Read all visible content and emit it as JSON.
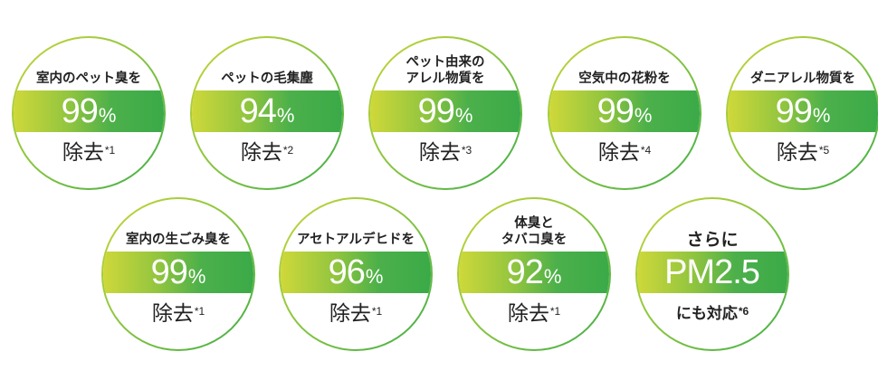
{
  "colors": {
    "ring_start": "#c8d63a",
    "ring_end": "#3fae49",
    "band_start": "#cfd83a",
    "band_end": "#3aaa48",
    "text": "#222222"
  },
  "badges": [
    {
      "top": "室内のペット臭を",
      "value": "99",
      "unit": "%",
      "bottom": "除去",
      "note": "*1"
    },
    {
      "top": "ペットの毛集塵",
      "value": "94",
      "unit": "%",
      "bottom": "除去",
      "note": "*2"
    },
    {
      "top": "ペット由来の\nアレル物質を",
      "value": "99",
      "unit": "%",
      "bottom": "除去",
      "note": "*3"
    },
    {
      "top": "空気中の花粉を",
      "value": "99",
      "unit": "%",
      "bottom": "除去",
      "note": "*4"
    },
    {
      "top": "ダニアレル物質を",
      "value": "99",
      "unit": "%",
      "bottom": "除去",
      "note": "*5"
    },
    {
      "top": "室内の生ごみ臭を",
      "value": "99",
      "unit": "%",
      "bottom": "除去",
      "note": "*1"
    },
    {
      "top": "アセトアルデヒドを",
      "value": "96",
      "unit": "%",
      "bottom": "除去",
      "note": "*1"
    },
    {
      "top": "体臭と\nタバコ臭を",
      "value": "92",
      "unit": "%",
      "bottom": "除去",
      "note": "*1"
    },
    {
      "top": "さらに",
      "value": "PM2.5",
      "unit": "",
      "bottom": "にも対応",
      "note": "*6"
    }
  ]
}
